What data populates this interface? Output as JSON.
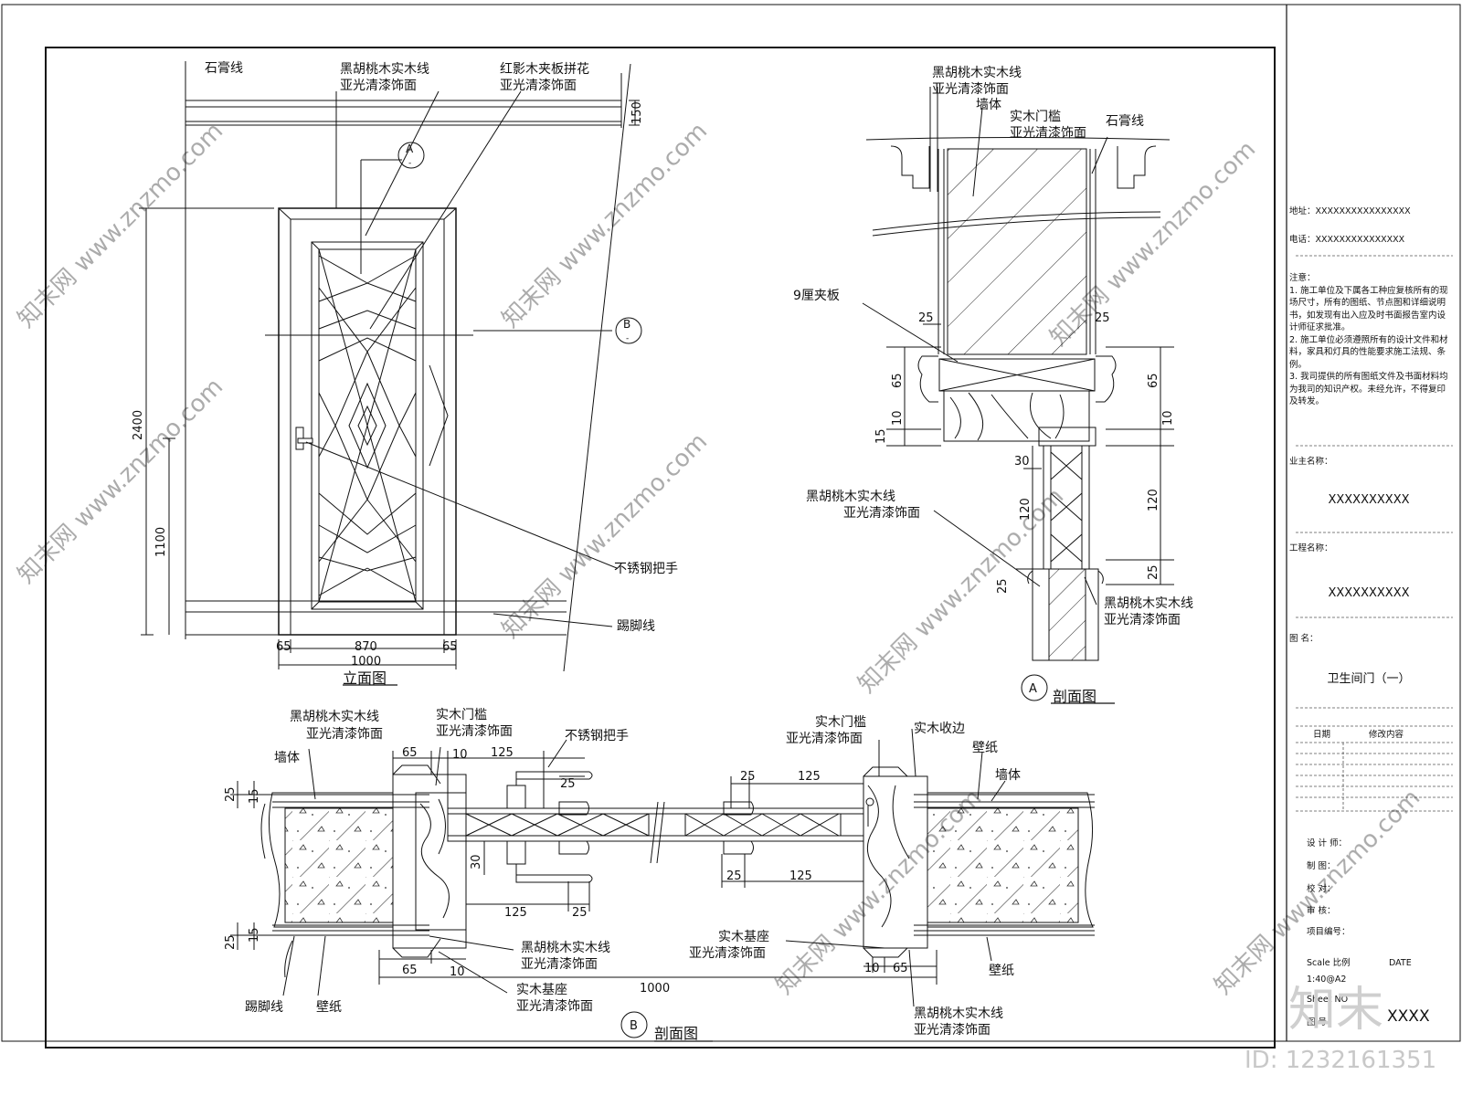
{
  "elevation": {
    "title": "立面图",
    "labels": {
      "gypsum_line": "石膏线",
      "walnut_line_1": "黑胡桃木实木线",
      "walnut_line_2": "亚光清漆饰面",
      "veneer_1": "红影木夹板拼花",
      "veneer_2": "亚光清漆饰面",
      "handle": "不锈钢把手",
      "skirting": "踢脚线"
    },
    "dims": {
      "d150": "150",
      "d2400": "2400",
      "d1100": "1100",
      "d65a": "65",
      "d870": "870",
      "d65b": "65",
      "d1000": "1000"
    },
    "markers": {
      "a": "A",
      "b": "B",
      "sub": "-"
    }
  },
  "section_a": {
    "title": "剖面图",
    "marker": "A",
    "labels": {
      "walnut_top_1": "黑胡桃木实木线",
      "walnut_top_2": "亚光清漆饰面",
      "wall": "墙体",
      "jamb_1": "实木门槛",
      "jamb_2": "亚光清漆饰面",
      "gypsum": "石膏线",
      "plywood": "9厘夹板",
      "walnut_mid_1": "黑胡桃木实木线",
      "walnut_mid_2": "亚光清漆饰面",
      "walnut_bot_1": "黑胡桃木实木线",
      "walnut_bot_2": "亚光清漆饰面"
    },
    "dims": {
      "l25": "25",
      "r25": "25",
      "l65": "65",
      "l10": "10",
      "l15": "15",
      "r65": "65",
      "r10": "10",
      "l30": "30",
      "l120": "120",
      "r120": "120",
      "r25b": "25",
      "l25b": "25"
    }
  },
  "section_b": {
    "title": "剖面图",
    "marker": "B",
    "labels": {
      "walnut_1": "黑胡桃木实木线",
      "walnut_2": "亚光清漆饰面",
      "wall_left": "墙体",
      "jamb_1": "实木门槛",
      "jamb_2": "亚光清漆饰面",
      "handle": "不锈钢把手",
      "jamb_r1": "实木门槛",
      "jamb_r2": "亚光清漆饰面",
      "edge": "实木收边",
      "wallpaper_right": "壁纸",
      "wall_right": "墙体",
      "walnut_b1": "黑胡桃木实木线",
      "walnut_b2": "亚光清漆饰面",
      "base_1": "实木基座",
      "base_2": "亚光清漆饰面",
      "base_r1": "实木基座",
      "base_r2": "亚光清漆饰面",
      "skirting": "踢脚线",
      "wallpaper_left": "壁纸",
      "wallpaper_br": "壁纸",
      "walnut_br1": "黑胡桃木实木线",
      "walnut_br2": "亚光清漆饰面"
    },
    "dims": {
      "d65": "65",
      "d10": "10",
      "d125": "125",
      "d25h": "25",
      "d25a": "25",
      "d125b": "125",
      "l25": "25",
      "l15": "15",
      "l25b": "25",
      "l15b": "15",
      "d30": "30",
      "d125c": "125",
      "d25c": "25",
      "d25d": "25",
      "d125d": "125",
      "b65": "65",
      "b10": "10",
      "b1000": "1000",
      "b10r": "10",
      "b65r": "65"
    }
  },
  "title_block": {
    "address": "地址：XXXXXXXXXXXXXXXX",
    "phone": "电话：XXXXXXXXXXXXXXX",
    "notes_title": "注意：",
    "notes": [
      "1.  施工单位及下属各工种应复核所有的现场尺寸，所有的图纸、节点图和详细说明书，如发现有出入应及时书面报告室内设计师征求批准。",
      "2.  施工单位必须遵照所有的设计文件和材料，家具和灯具的性能要求施工法规、条例。",
      "3.  我司提供的所有图纸文件及书面材料均为我司的知识产权。未经允许，不得复印及转发。"
    ],
    "owner_label": "业主名称：",
    "owner_value": "XXXXXXXXXX",
    "project_label": "工程名称：",
    "project_value": "XXXXXXXXXX",
    "drawing_label": "图    名：",
    "drawing_value": "卫生间门（一）",
    "date_col": "日期",
    "revision_col": "修改内容",
    "designer": "设 计 师：",
    "drafter": "制    图：",
    "checker": "校    对：",
    "reviewer": "审    核：",
    "project_no": "项目编号：",
    "scale": "Scale  比例",
    "date": "DATE",
    "scale_value": "1:40@A2",
    "sheet_no": "Sheet NO",
    "sheet_cn": "图  号",
    "sheet_value": "XXXX"
  },
  "watermark": {
    "brand": "知末",
    "id": "ID: 1232161351",
    "site": "知末网 www.znzmo.com"
  }
}
